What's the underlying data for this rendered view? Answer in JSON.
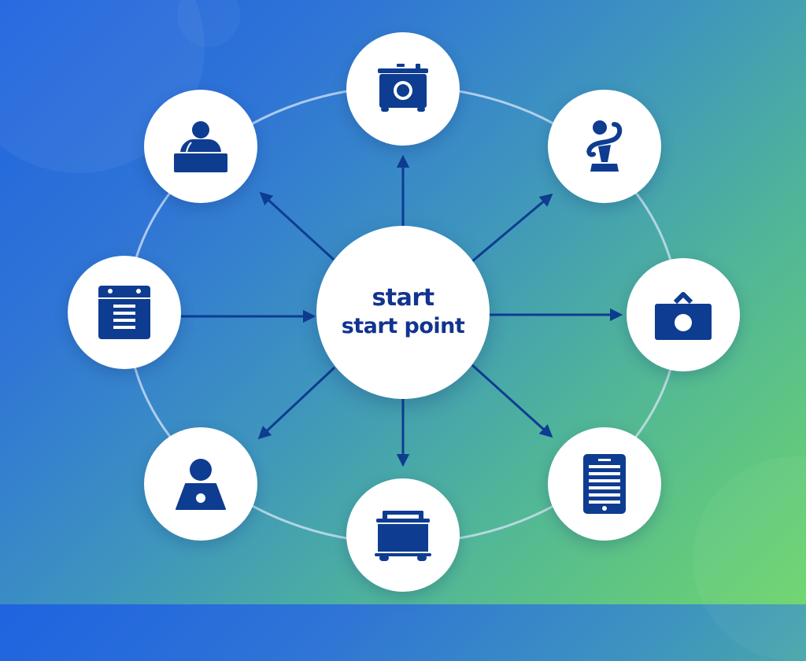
{
  "diagram": {
    "type": "hub-and-spoke",
    "center": {
      "title": "start",
      "subtitle": "start point"
    },
    "colors": {
      "background_start": "#1f63e0",
      "background_end": "#6ed56c",
      "icon": "#0e3c91",
      "arrow": "#0e3c91",
      "node_fill": "#ffffff",
      "ring": "#cfe3f5"
    },
    "nodes": [
      {
        "position": "top",
        "icon": "camera-icon",
        "arrow_direction": "outward"
      },
      {
        "position": "top-right",
        "icon": "trophy-figure-icon",
        "arrow_direction": "outward"
      },
      {
        "position": "right",
        "icon": "bag-camera-icon",
        "arrow_direction": "outward"
      },
      {
        "position": "bottom-right",
        "icon": "tablet-document-icon",
        "arrow_direction": "outward"
      },
      {
        "position": "bottom",
        "icon": "cart-icon",
        "arrow_direction": "outward"
      },
      {
        "position": "bottom-left",
        "icon": "user-icon",
        "arrow_direction": "outward"
      },
      {
        "position": "left",
        "icon": "calendar-list-icon",
        "arrow_direction": "inward"
      },
      {
        "position": "top-left",
        "icon": "user-at-desk-icon",
        "arrow_direction": "outward"
      }
    ]
  }
}
